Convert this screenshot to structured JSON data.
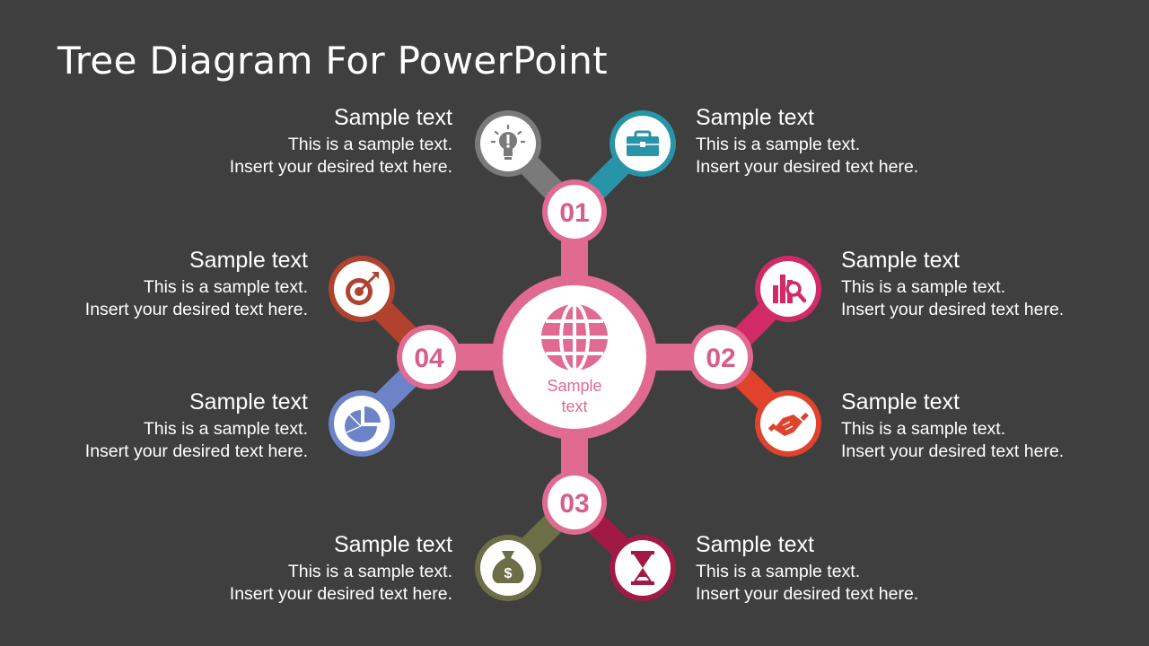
{
  "title": "Tree Diagram For PowerPoint",
  "center": {
    "label_line1": "Sample",
    "label_line2": "text",
    "icon": "globe-icon"
  },
  "colors": {
    "background": "#3f3f3f",
    "hub": "#e06a90",
    "hub_number": "#d95d89",
    "gray": "#7a7a7a",
    "teal": "#2794a8",
    "magenta": "#d22a66",
    "red_orange": "#e0422c",
    "olive": "#6c6e46",
    "maroon": "#a01a44",
    "brown": "#b0422e",
    "blue": "#6c83c8"
  },
  "nodes": [
    {
      "number": "01"
    },
    {
      "number": "02"
    },
    {
      "number": "03"
    },
    {
      "number": "04"
    }
  ],
  "items": [
    {
      "icon": "lightbulb-icon",
      "heading": "Sample text",
      "line1": "This is a sample text.",
      "line2": "Insert your desired text here."
    },
    {
      "icon": "briefcase-icon",
      "heading": "Sample text",
      "line1": "This is a sample text.",
      "line2": "Insert your desired text here."
    },
    {
      "icon": "chart-search-icon",
      "heading": "Sample text",
      "line1": "This is a sample text.",
      "line2": "Insert your desired text here."
    },
    {
      "icon": "handshake-icon",
      "heading": "Sample text",
      "line1": "This is a sample text.",
      "line2": "Insert your desired text here."
    },
    {
      "icon": "money-bag-icon",
      "heading": "Sample text",
      "line1": "This is a sample text.",
      "line2": "Insert your desired text here."
    },
    {
      "icon": "hourglass-icon",
      "heading": "Sample text",
      "line1": "This is a sample text.",
      "line2": "Insert your desired text here."
    },
    {
      "icon": "target-icon",
      "heading": "Sample text",
      "line1": "This is a sample text.",
      "line2": "Insert your desired text here."
    },
    {
      "icon": "pie-chart-icon",
      "heading": "Sample text",
      "line1": "This is a sample text.",
      "line2": "Insert your desired text here."
    }
  ]
}
